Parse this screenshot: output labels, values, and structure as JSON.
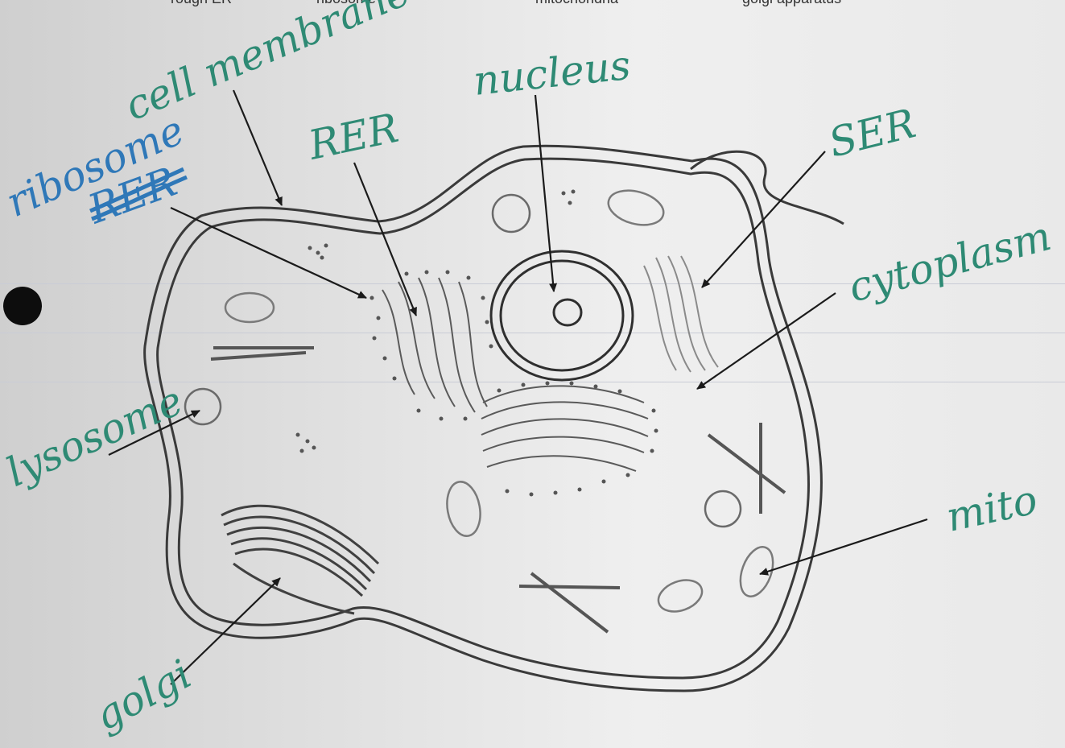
{
  "worksheet": {
    "word_bank": [
      "rough ER",
      "ribosome",
      "mitochondria",
      "golgi apparatus"
    ]
  },
  "labels": {
    "cell_membrane": "cell membrane",
    "nucleus": "nucleus",
    "rer": "RER",
    "ribosome": "ribosome",
    "ribosome_crossed": "RER",
    "ser": "SER",
    "cytoplasm": "cytoplasm",
    "lysosome": "lysosome",
    "mito": "mito",
    "golgi": "golgi"
  },
  "colors": {
    "ink_green": "#2e8a74",
    "ink_blue": "#2f78b8",
    "pencil": "#3a3a3a",
    "paper": "#e6e6e6"
  }
}
